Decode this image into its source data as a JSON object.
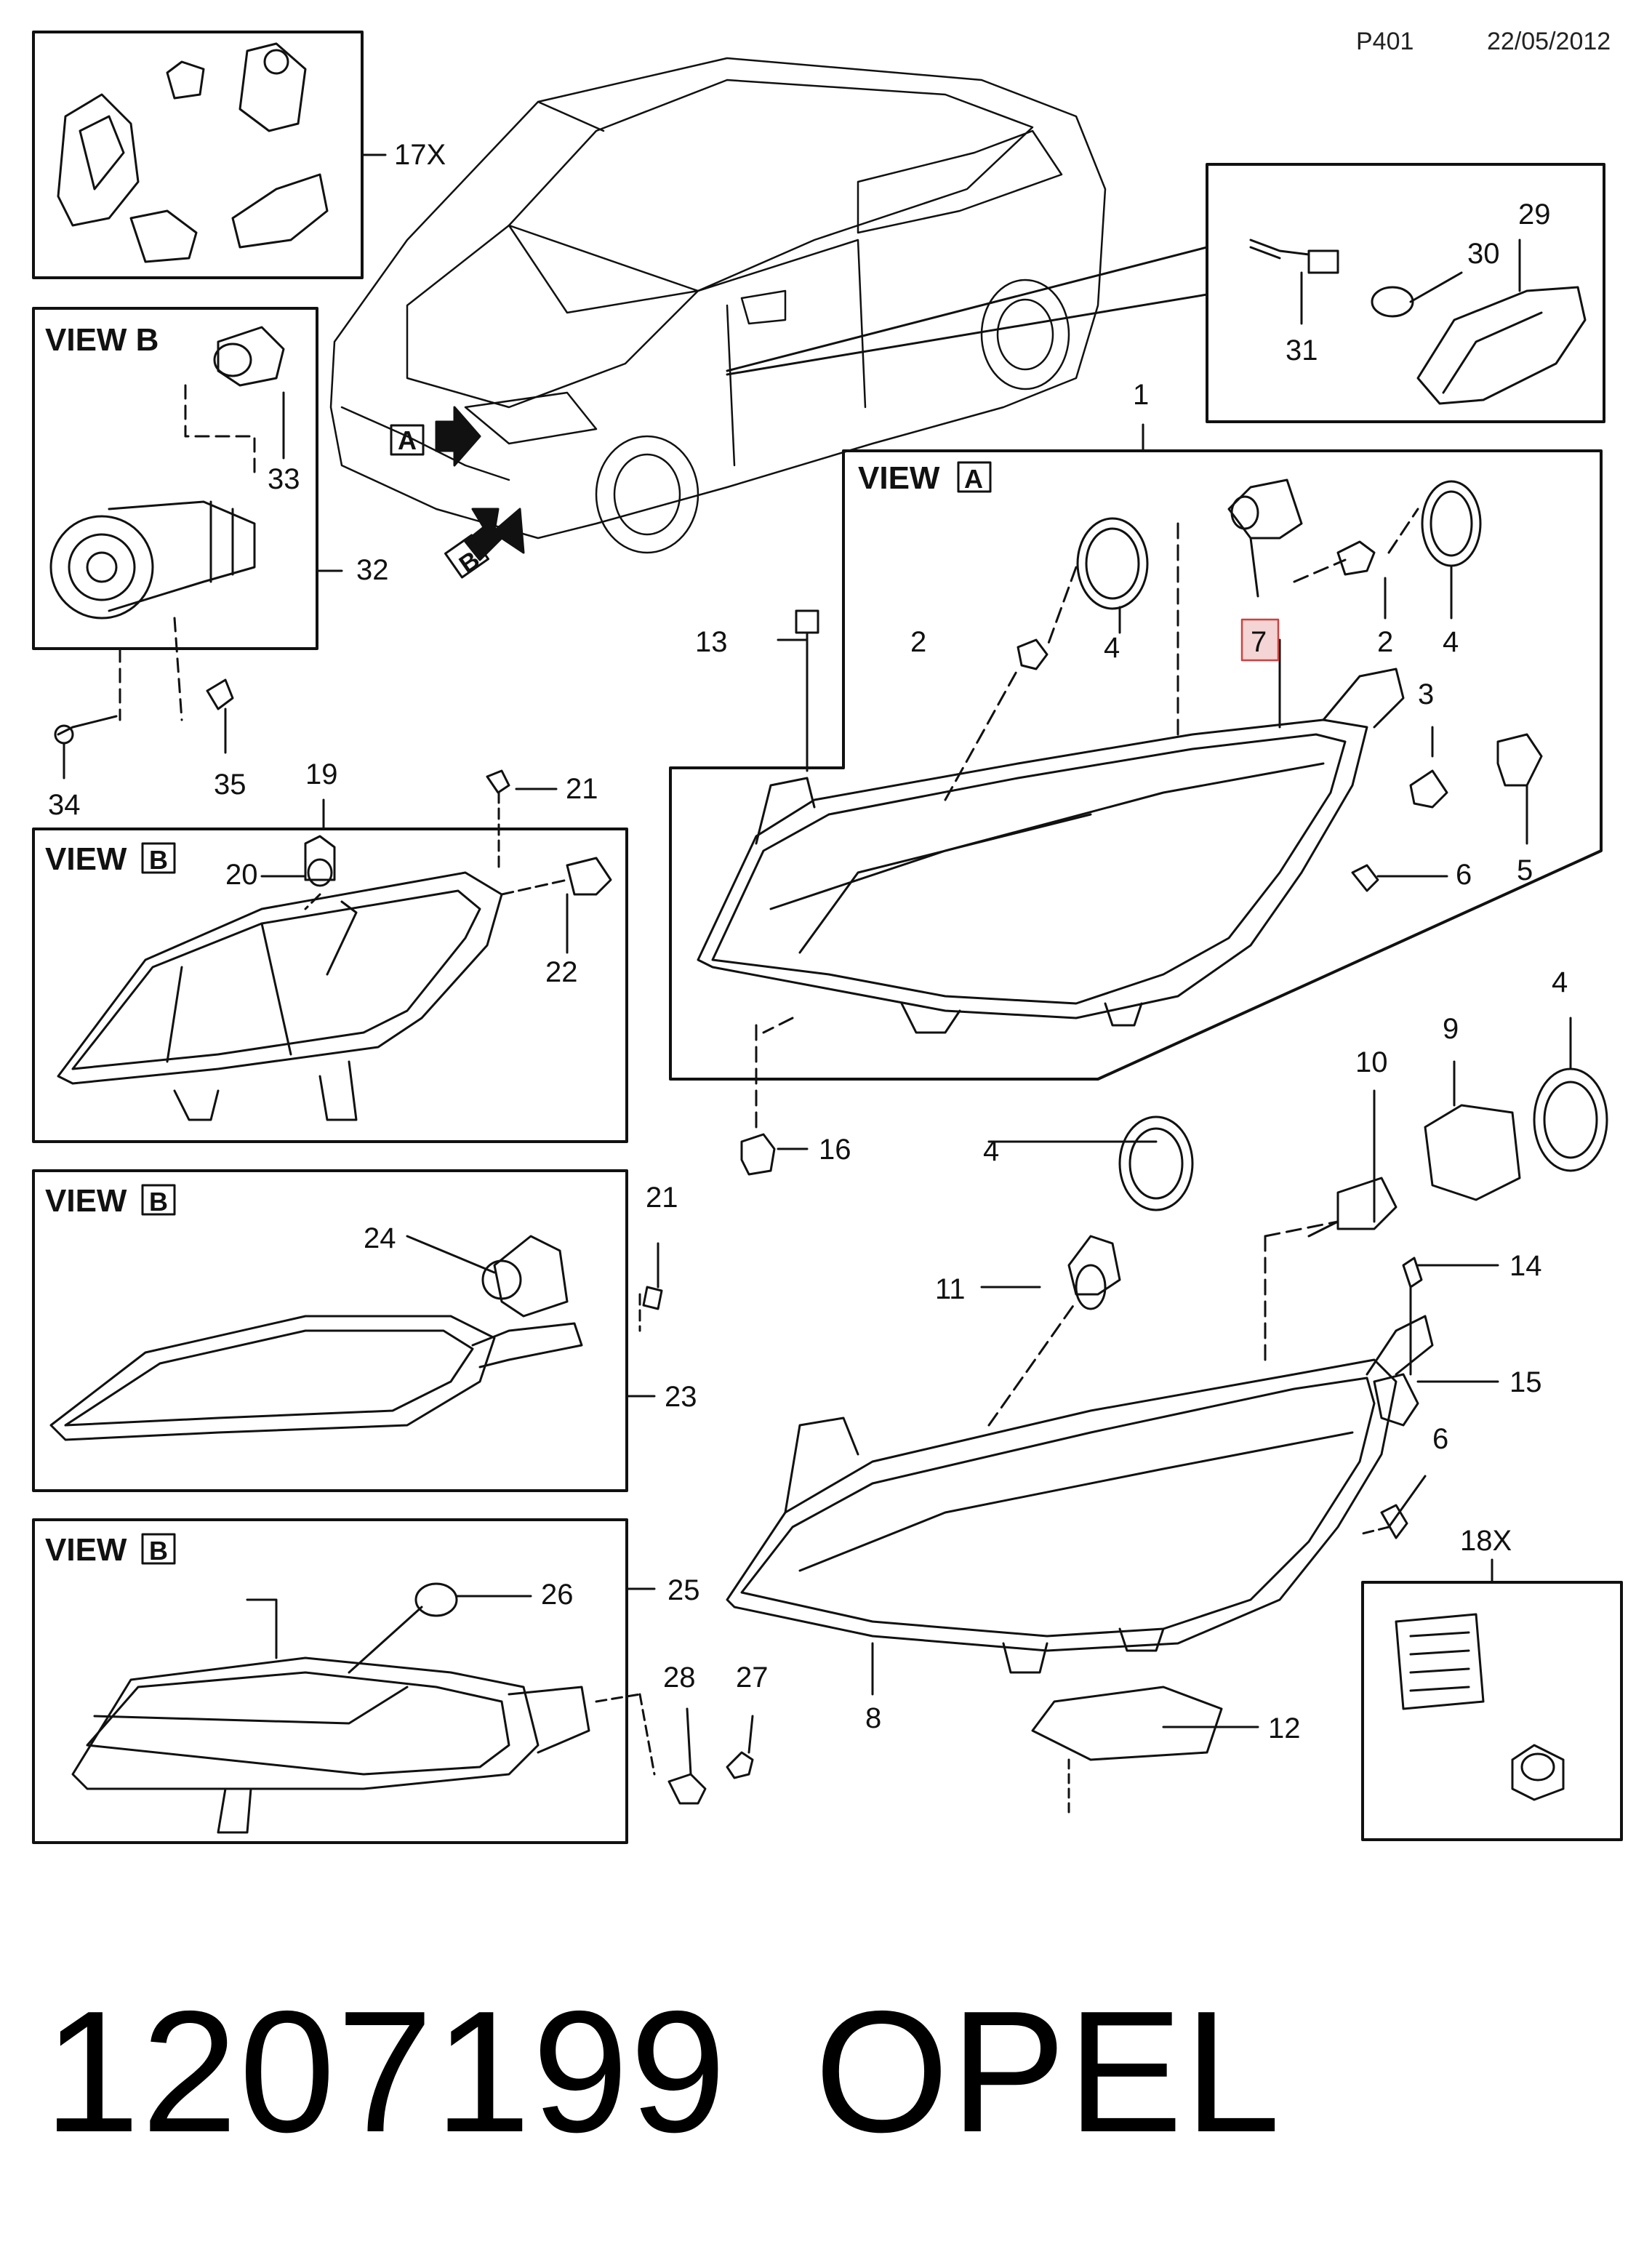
{
  "header": {
    "code": "P401",
    "date": "22/05/2012"
  },
  "footer": {
    "part_number": "1207199",
    "brand": "OPEL"
  },
  "view_titles": {
    "view_b": "VIEW B",
    "view": "VIEW",
    "letter_a": "A",
    "letter_b": "B"
  },
  "arrows": {
    "a": "A",
    "b": "B"
  },
  "callouts": {
    "c17x": "17X",
    "c18x": "18X",
    "c1": "1",
    "c2": "2",
    "c3": "3",
    "c4": "4",
    "c5": "5",
    "c6": "6",
    "c7": "7",
    "c8": "8",
    "c9": "9",
    "c10": "10",
    "c11": "11",
    "c12": "12",
    "c13": "13",
    "c14": "14",
    "c15": "15",
    "c16": "16",
    "c19": "19",
    "c20": "20",
    "c21": "21",
    "c22": "22",
    "c23": "23",
    "c24": "24",
    "c25": "25",
    "c26": "26",
    "c27": "27",
    "c28": "28",
    "c29": "29",
    "c30": "30",
    "c31": "31",
    "c32": "32",
    "c33": "33",
    "c34": "34",
    "c35": "35"
  },
  "colors": {
    "line": "#111111",
    "highlight_box": "#f4d4d4",
    "highlight_border": "#d04040",
    "text": "#111111"
  }
}
